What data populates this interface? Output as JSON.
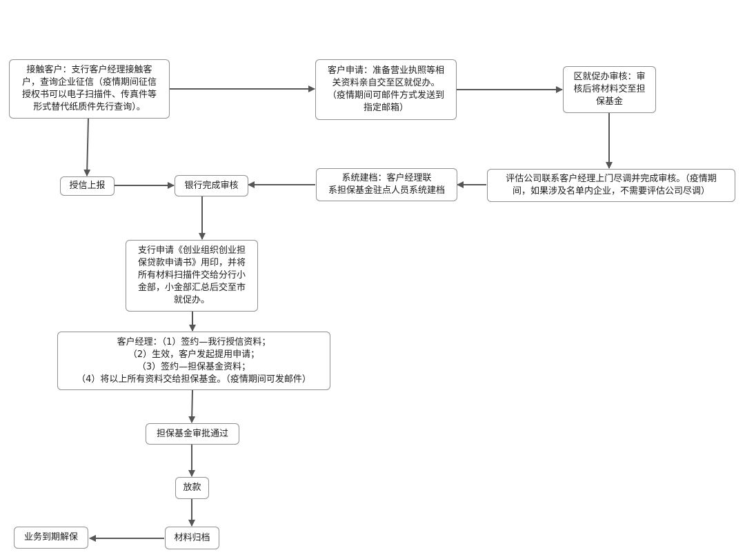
{
  "nodes": {
    "contact": "接触客户：支行客户经理接触客\n户，查询企业征信（疫情期间征信\n授权书可以电子扫描件、传真件等\n形式替代纸质件先行查询）。",
    "apply": "客户申请：准备营业执照等相\n关资料亲自交至区就促办。\n（疫情期间可邮件方式发送到\n指定邮箱）",
    "district_review": "区就促办审核：审\n核后将材料交至担\n保基金",
    "credit_report": "授信上报",
    "bank_review": "银行完成审核",
    "system_filing": "系统建档：客户经理联\n系担保基金驻点人员系统建档",
    "assessment": "评估公司联系客户经理上门尽调并完成审核。（疫情期\n间，如果涉及名单内企业，不需要评估公司尽调）",
    "branch_apply": "支行申请《创业组织创业担\n保贷款申请书》用印，并将\n所有材料扫描件交给分行小\n金部，小金部汇总后交至市\n就促办。",
    "manager_steps": "客户经理：（1）签约—我行授信资料；\n（2）生效，客户发起提用申请；\n（3）签约—担保基金资料；\n（4）将以上所有资料交给担保基金。（疫情期间可发邮件）",
    "fund_approval": "担保基金审批通过",
    "loan": "放款",
    "archive": "材料归档",
    "release": "业务到期解保"
  },
  "edges": [
    [
      "contact",
      "apply"
    ],
    [
      "apply",
      "district_review"
    ],
    [
      "district_review",
      "assessment"
    ],
    [
      "assessment",
      "system_filing"
    ],
    [
      "system_filing",
      "bank_review"
    ],
    [
      "contact",
      "credit_report"
    ],
    [
      "credit_report",
      "bank_review"
    ],
    [
      "bank_review",
      "branch_apply"
    ],
    [
      "branch_apply",
      "manager_steps"
    ],
    [
      "manager_steps",
      "fund_approval"
    ],
    [
      "fund_approval",
      "loan"
    ],
    [
      "loan",
      "archive"
    ],
    [
      "archive",
      "release"
    ]
  ],
  "colors": {
    "border": "#8f8f8f",
    "edge": "#555555",
    "text": "#1a1a1a"
  }
}
